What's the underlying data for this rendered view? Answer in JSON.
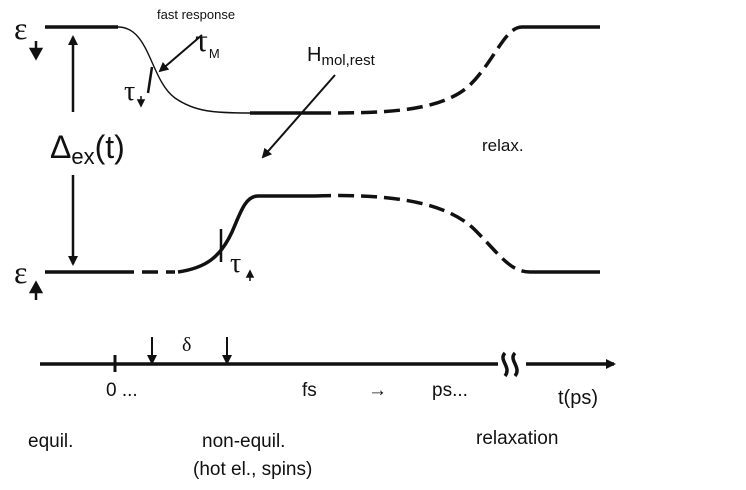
{
  "levels": {
    "spin_down": {
      "symbol": "ε",
      "subscript_icon": "arrow-down-icon"
    },
    "spin_up": {
      "symbol": "ε",
      "subscript_icon": "arrow-up-icon"
    }
  },
  "exchange": {
    "symbol": "Δ",
    "subscript": "ex",
    "argument": "(t)"
  },
  "labels": {
    "fast_response": "fast response",
    "tau": "τ",
    "tau_m_sub": "M",
    "h_main": "H",
    "h_sub": "mol,rest",
    "relax": "relax.",
    "delta": "δ"
  },
  "timeline": {
    "zero": "0 ...",
    "fs": "fs",
    "arrow": "→",
    "ps": "ps...",
    "axis_label": "t(ps)",
    "break_icon": "axis-break-icon"
  },
  "phases": {
    "equil": "equil.",
    "non_equil_line1": "non-equil.",
    "non_equil_line2": "(hot el., spins)",
    "relaxation": "relaxation"
  },
  "colors": {
    "ink": "#111111",
    "background": "#ffffff"
  }
}
